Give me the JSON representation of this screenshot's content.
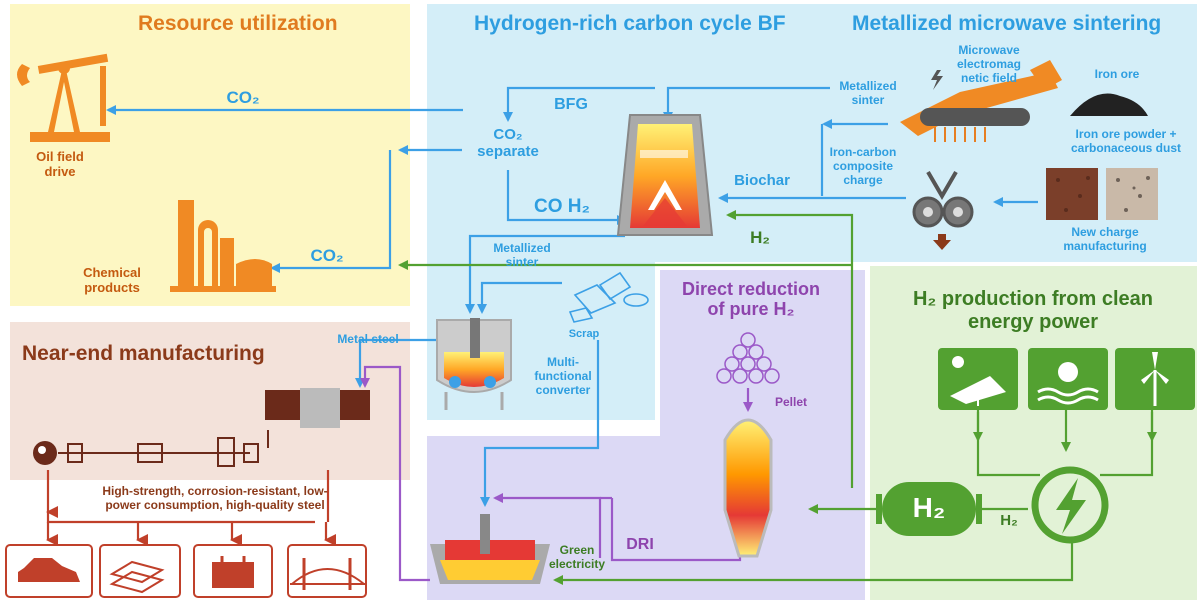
{
  "colors": {
    "resource_bg": "#fdf7c3",
    "bf_bg": "#d4eef8",
    "dr_bg": "#dcd9f5",
    "h2_bg": "#e2f2d6",
    "near_bg": "#f3e2da",
    "blue": "#3ca0e6",
    "green": "#53a131",
    "purple": "#9b59c8",
    "orange": "#f08a24",
    "brown_red": "#c0392b",
    "dark_red": "#c0402a"
  },
  "panels": {
    "resource_utilization": "Resource utilization",
    "hydrogen_bf": "Hydrogen-rich carbon cycle BF",
    "microwave_sintering": "Metallized microwave sintering",
    "direct_reduction": "Direct reduction of pure H₂",
    "h2_production": "H₂ production from clean energy power",
    "near_end": "Near-end manufacturing"
  },
  "labels": {
    "oil_field": "Oil field drive",
    "chemical_products": "Chemical products",
    "co2_top": "CO₂",
    "co2_bottom": "CO₂",
    "bfg": "BFG",
    "co2_separate": "CO₂ separate",
    "co_h2": "CO  H₂",
    "biochar": "Biochar",
    "h2_bf": "H₂",
    "metallized_sinter_top": "Metallized sinter",
    "metallized_sinter_left": "Metallized sinter",
    "microwave_field": "Microwave electromag netic field",
    "iron_ore": "Iron ore",
    "iron_ore_powder": "Iron ore powder + carbonaceous dust",
    "iron_carbon_charge": "Iron-carbon composite charge",
    "new_charge": "New charge manufacturing",
    "scrap": "Scrap",
    "converter": "Multi-functional converter",
    "pellet": "Pellet",
    "dri": "DRI",
    "green_electricity": "Green electricity",
    "h2_tank": "H₂",
    "h2_side": "H₂",
    "metal_steel": "Metal steel",
    "steel_quality": "High-strength, corrosion-resistant, low-power consumption, high-quality steel"
  },
  "icons": [
    "oil-pump-icon",
    "factory-icon",
    "blast-furnace-icon",
    "microwave-conveyor-icon",
    "iron-ore-icon",
    "roller-press-icon",
    "ore-powder-icon",
    "scrap-icon",
    "converter-icon",
    "pellet-pile-icon",
    "shaft-furnace-icon",
    "eaf-icon",
    "h2-tank-icon",
    "lightning-icon",
    "solar-panel-icon",
    "hydro-icon",
    "wind-turbine-icon",
    "rolling-mill-icon",
    "car-icon",
    "steel-plates-icon",
    "transformer-icon",
    "bridge-icon"
  ]
}
